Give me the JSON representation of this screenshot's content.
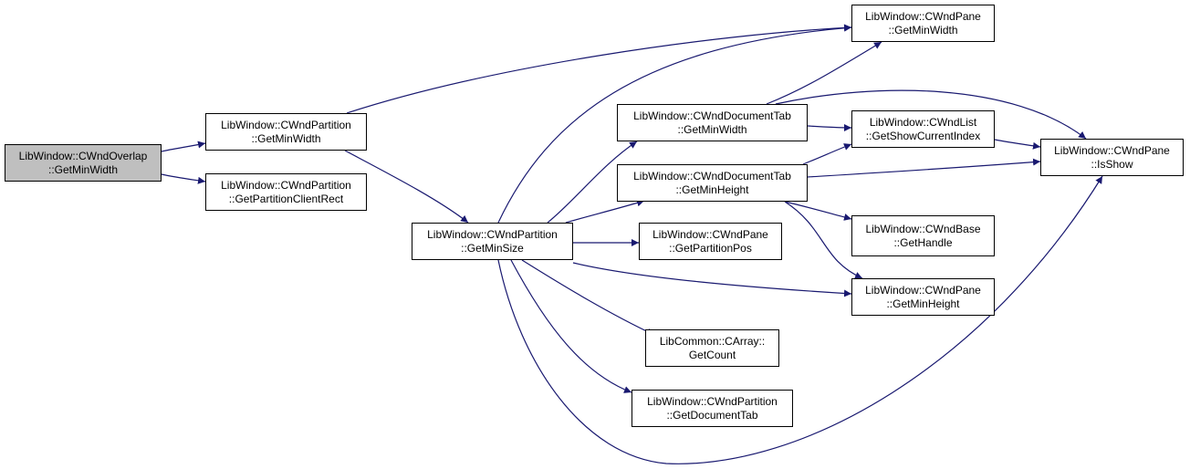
{
  "graph": {
    "edge_color": "#191970",
    "root_fill": "#bfbfbf",
    "node_fill": "#ffffff",
    "node_border": "#000000",
    "nodes": {
      "overlap_getminwidth": {
        "line1": "LibWindow::CWndOverlap",
        "line2": "::GetMinWidth",
        "root": true
      },
      "partition_getminwidth": {
        "line1": "LibWindow::CWndPartition",
        "line2": "::GetMinWidth"
      },
      "partition_getpartitionclientrect": {
        "line1": "LibWindow::CWndPartition",
        "line2": "::GetPartitionClientRect"
      },
      "partition_getminsize": {
        "line1": "LibWindow::CWndPartition",
        "line2": "::GetMinSize"
      },
      "pane_getminwidth": {
        "line1": "LibWindow::CWndPane",
        "line2": "::GetMinWidth"
      },
      "documenttab_getminwidth": {
        "line1": "LibWindow::CWndDocumentTab",
        "line2": "::GetMinWidth"
      },
      "documenttab_getminheight": {
        "line1": "LibWindow::CWndDocumentTab",
        "line2": "::GetMinHeight"
      },
      "list_getshowcurrentindex": {
        "line1": "LibWindow::CWndList",
        "line2": "::GetShowCurrentIndex"
      },
      "pane_isshow": {
        "line1": "LibWindow::CWndPane",
        "line2": "::IsShow"
      },
      "pane_getpartitionpos": {
        "line1": "LibWindow::CWndPane",
        "line2": "::GetPartitionPos"
      },
      "base_gethandle": {
        "line1": "LibWindow::CWndBase",
        "line2": "::GetHandle"
      },
      "pane_getminheight": {
        "line1": "LibWindow::CWndPane",
        "line2": "::GetMinHeight"
      },
      "carray_getcount": {
        "line1": "LibCommon::CArray::",
        "line2": "GetCount"
      },
      "partition_getdocumenttab": {
        "line1": "LibWindow::CWndPartition",
        "line2": "::GetDocumentTab"
      }
    },
    "edges": [
      {
        "from": "overlap_getminwidth",
        "to": "partition_getminwidth"
      },
      {
        "from": "overlap_getminwidth",
        "to": "partition_getpartitionclientrect"
      },
      {
        "from": "partition_getminwidth",
        "to": "pane_getminwidth"
      },
      {
        "from": "partition_getminwidth",
        "to": "partition_getminsize"
      },
      {
        "from": "partition_getminsize",
        "to": "pane_getminwidth"
      },
      {
        "from": "partition_getminsize",
        "to": "documenttab_getminheight"
      },
      {
        "from": "partition_getminsize",
        "to": "pane_getpartitionpos"
      },
      {
        "from": "partition_getminsize",
        "to": "pane_getminheight"
      },
      {
        "from": "partition_getminsize",
        "to": "carray_getcount"
      },
      {
        "from": "partition_getminsize",
        "to": "partition_getdocumenttab"
      },
      {
        "from": "partition_getminsize",
        "to": "pane_isshow"
      },
      {
        "from": "partition_getminsize",
        "to": "documenttab_getminwidth"
      },
      {
        "from": "documenttab_getminwidth",
        "to": "pane_getminwidth"
      },
      {
        "from": "documenttab_getminwidth",
        "to": "list_getshowcurrentindex"
      },
      {
        "from": "documenttab_getminwidth",
        "to": "pane_isshow"
      },
      {
        "from": "documenttab_getminheight",
        "to": "list_getshowcurrentindex"
      },
      {
        "from": "documenttab_getminheight",
        "to": "pane_isshow"
      },
      {
        "from": "documenttab_getminheight",
        "to": "base_gethandle"
      },
      {
        "from": "documenttab_getminheight",
        "to": "pane_getminheight"
      },
      {
        "from": "list_getshowcurrentindex",
        "to": "pane_isshow"
      }
    ]
  }
}
